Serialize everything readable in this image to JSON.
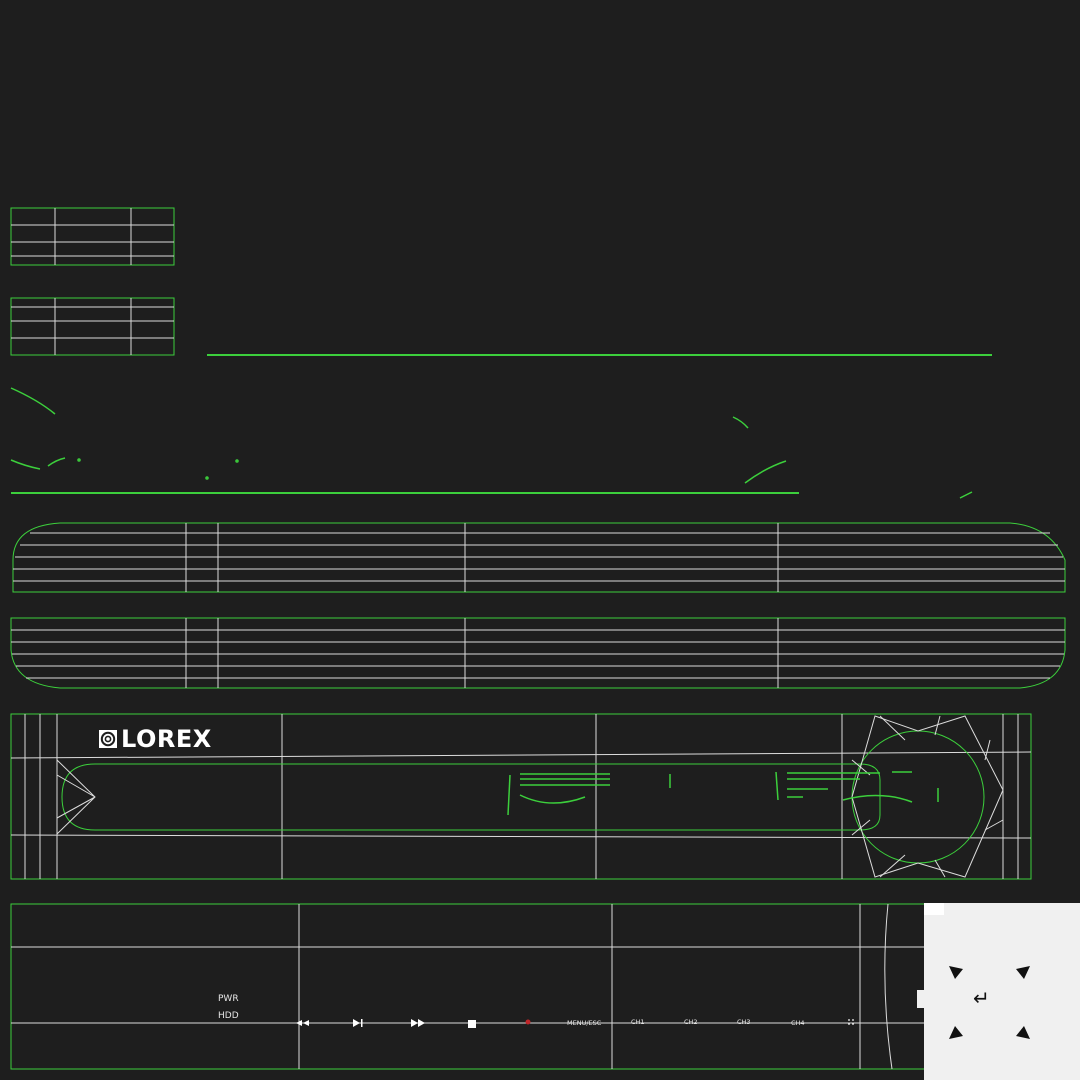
{
  "brand": {
    "logo_icon": "lorex-swirl-icon",
    "name": "LOREX"
  },
  "front_panel": {
    "indicators": {
      "power": "PWR",
      "hdd": "HDD"
    },
    "buttons": {
      "rewind": "rewind-icon",
      "step": "step-forward-icon",
      "fast_forward": "fast-forward-icon",
      "stop": "stop-icon",
      "record": "record-icon",
      "menu": "MENU/ESC",
      "ch1": "CH1",
      "ch2": "CH2",
      "ch3": "CH3",
      "ch4": "CH4"
    },
    "nav_pad": {
      "enter": "↵"
    }
  },
  "colors": {
    "background": "#1e1e1e",
    "seam": "#3ccf3c",
    "edge": "#dcdcdc",
    "record": "#c0262a",
    "panel": "#f0f0f0"
  }
}
